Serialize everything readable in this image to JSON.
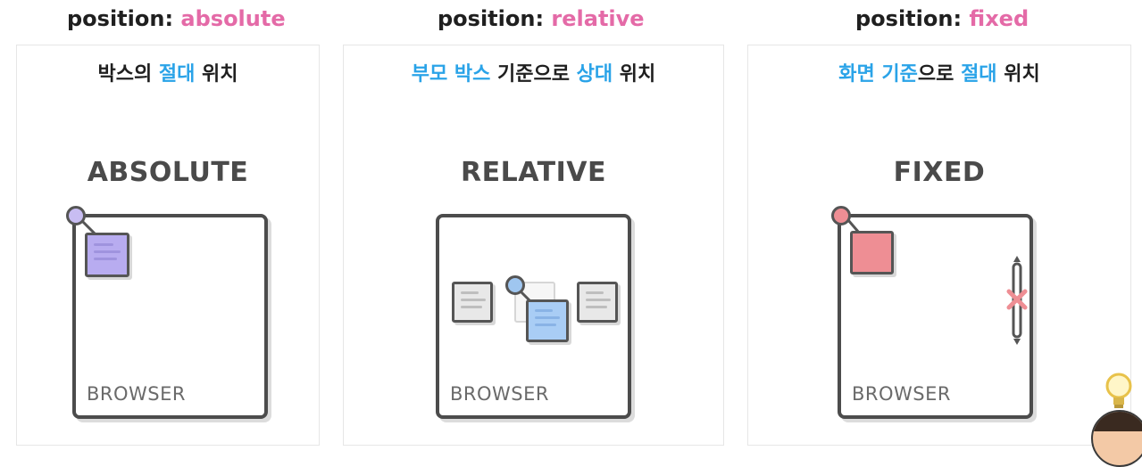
{
  "columns": [
    {
      "heading_prefix": "position: ",
      "heading_keyword": "absolute",
      "subtitle_parts": [
        {
          "text": "박스의 ",
          "highlight": false
        },
        {
          "text": "절대",
          "highlight": true
        },
        {
          "text": " 위치",
          "highlight": false
        }
      ],
      "illustration_label": "ABSOLUTE",
      "browser_label": "BROWSER"
    },
    {
      "heading_prefix": "position: ",
      "heading_keyword": "relative",
      "subtitle_parts": [
        {
          "text": "부모 박스",
          "highlight": true
        },
        {
          "text": " 기준으로 ",
          "highlight": false
        },
        {
          "text": "상대",
          "highlight": true
        },
        {
          "text": " 위치",
          "highlight": false
        }
      ],
      "illustration_label": "RELATIVE",
      "browser_label": "BROWSER"
    },
    {
      "heading_prefix": "position: ",
      "heading_keyword": "fixed",
      "subtitle_parts": [
        {
          "text": "화면 기준",
          "highlight": true
        },
        {
          "text": "으로 ",
          "highlight": false
        },
        {
          "text": "절대",
          "highlight": true
        },
        {
          "text": " 위치",
          "highlight": false
        }
      ],
      "illustration_label": "FIXED",
      "browser_label": "BROWSER"
    }
  ],
  "colors": {
    "keyword": "#e46aa7",
    "highlight": "#2aa3e8",
    "absolute_box": "#b8acf0",
    "absolute_dot": "#c8bdf2",
    "relative_box": "#a9cdf5",
    "relative_dot": "#9fc6f0",
    "fixed_box": "#ee8e94",
    "fixed_dot": "#ee8e94",
    "neutral_box": "#e8e8e8"
  },
  "icons": [
    "lightbulb-icon",
    "avatar-icon",
    "scrollbar-icon"
  ]
}
